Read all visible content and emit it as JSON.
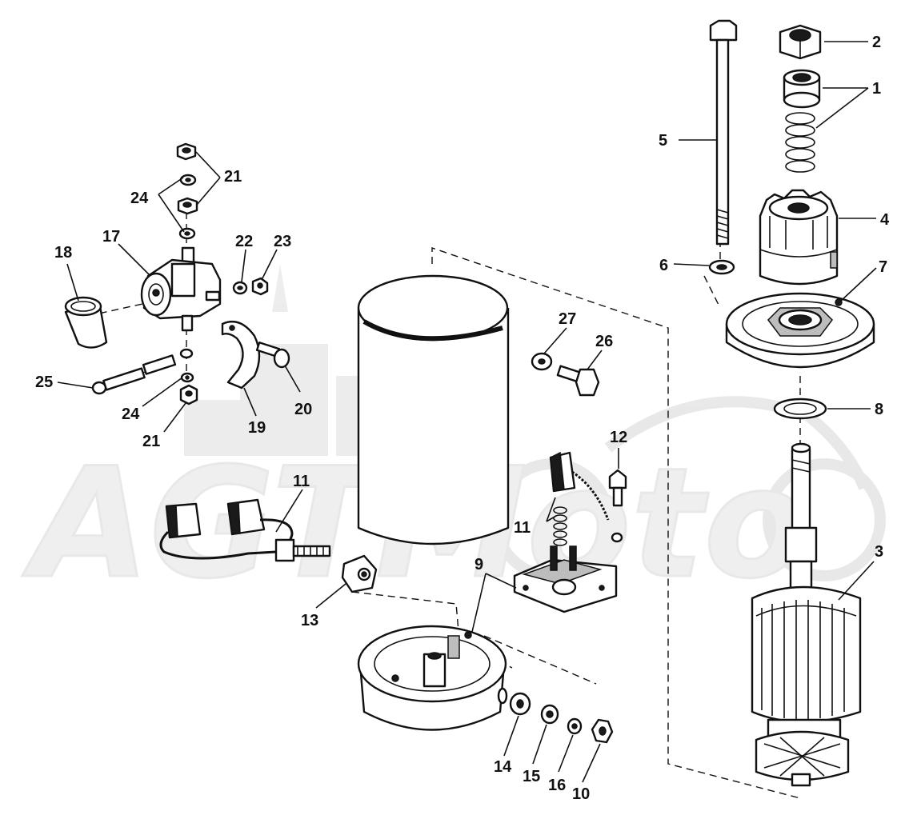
{
  "watermark": {
    "text": "AGTMoto"
  },
  "callouts": {
    "c1": "1",
    "c2": "2",
    "c3": "3",
    "c4": "4",
    "c5": "5",
    "c6": "6",
    "c7": "7",
    "c8": "8",
    "c9": "9",
    "c10": "10",
    "c11a": "11",
    "c11b": "11",
    "c12": "12",
    "c13": "13",
    "c14": "14",
    "c15": "15",
    "c16": "16",
    "c17": "17",
    "c18": "18",
    "c19": "19",
    "c20": "20",
    "c21a": "21",
    "c21b": "21",
    "c22": "22",
    "c23": "23",
    "c24a": "24",
    "c24b": "24",
    "c25": "25",
    "c26": "26",
    "c27": "27"
  }
}
